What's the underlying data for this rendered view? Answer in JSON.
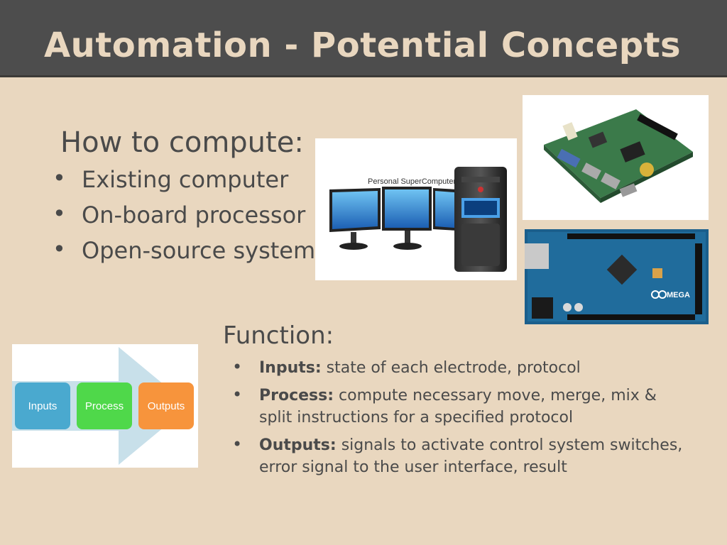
{
  "slide": {
    "title": "Automation - Potential Concepts"
  },
  "compute": {
    "heading": "How to compute:",
    "items": [
      "Existing computer",
      "On-board processor",
      "Open-source system"
    ]
  },
  "function": {
    "heading": "Function:",
    "items": [
      {
        "term": "Inputs:",
        "text": " state of each electrode, protocol"
      },
      {
        "term": "Process:",
        "text": " compute necessary move, merge, mix & split instructions for a specified protocol"
      },
      {
        "term": "Outputs:",
        "text": " signals to activate control system switches, error signal to the user interface,  result"
      }
    ]
  },
  "pc_image": {
    "label": "Personal SuperComputer"
  },
  "flow_diagram": {
    "steps": [
      {
        "label": "Inputs",
        "color": "#4aa9cf"
      },
      {
        "label": "Process",
        "color": "#4fd84a"
      },
      {
        "label": "Outputs",
        "color": "#f7943c"
      }
    ],
    "arrow_color": "#c8e0ea"
  },
  "arduino": {
    "label": "MEGA"
  },
  "colors": {
    "background": "#e9d7bf",
    "title_bar": "#4d4d4d",
    "title_text": "#e9d7bf",
    "body_text": "#4a4a4a"
  }
}
